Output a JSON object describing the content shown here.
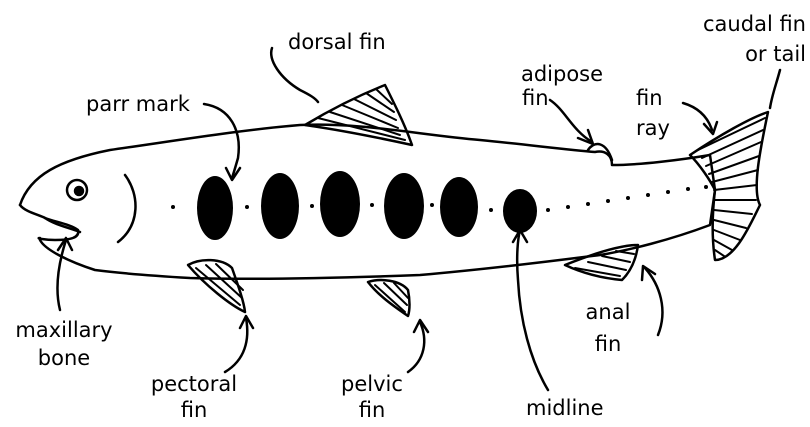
{
  "labels": {
    "dorsal_fin": "dorsal fin",
    "caudal_fin_line1": "caudal fin",
    "caudal_fin_line2": "or tail",
    "adipose_fin_line1": "adipose",
    "adipose_fin_line2": "fin",
    "fin_ray_line1": "fin",
    "fin_ray_line2": "ray",
    "parr_mark": "parr mark",
    "maxillary_bone_line1": "maxillary",
    "maxillary_bone_line2": "bone",
    "pectoral_fin_line1": "pectoral",
    "pectoral_fin_line2": "fin",
    "pelvic_fin_line1": "pelvic",
    "pelvic_fin_line2": "fin",
    "anal_fin_line1": "anal",
    "anal_fin_line2": "fin",
    "midline": "midline"
  },
  "colors": {
    "ink": "#000000",
    "background": "#ffffff"
  }
}
